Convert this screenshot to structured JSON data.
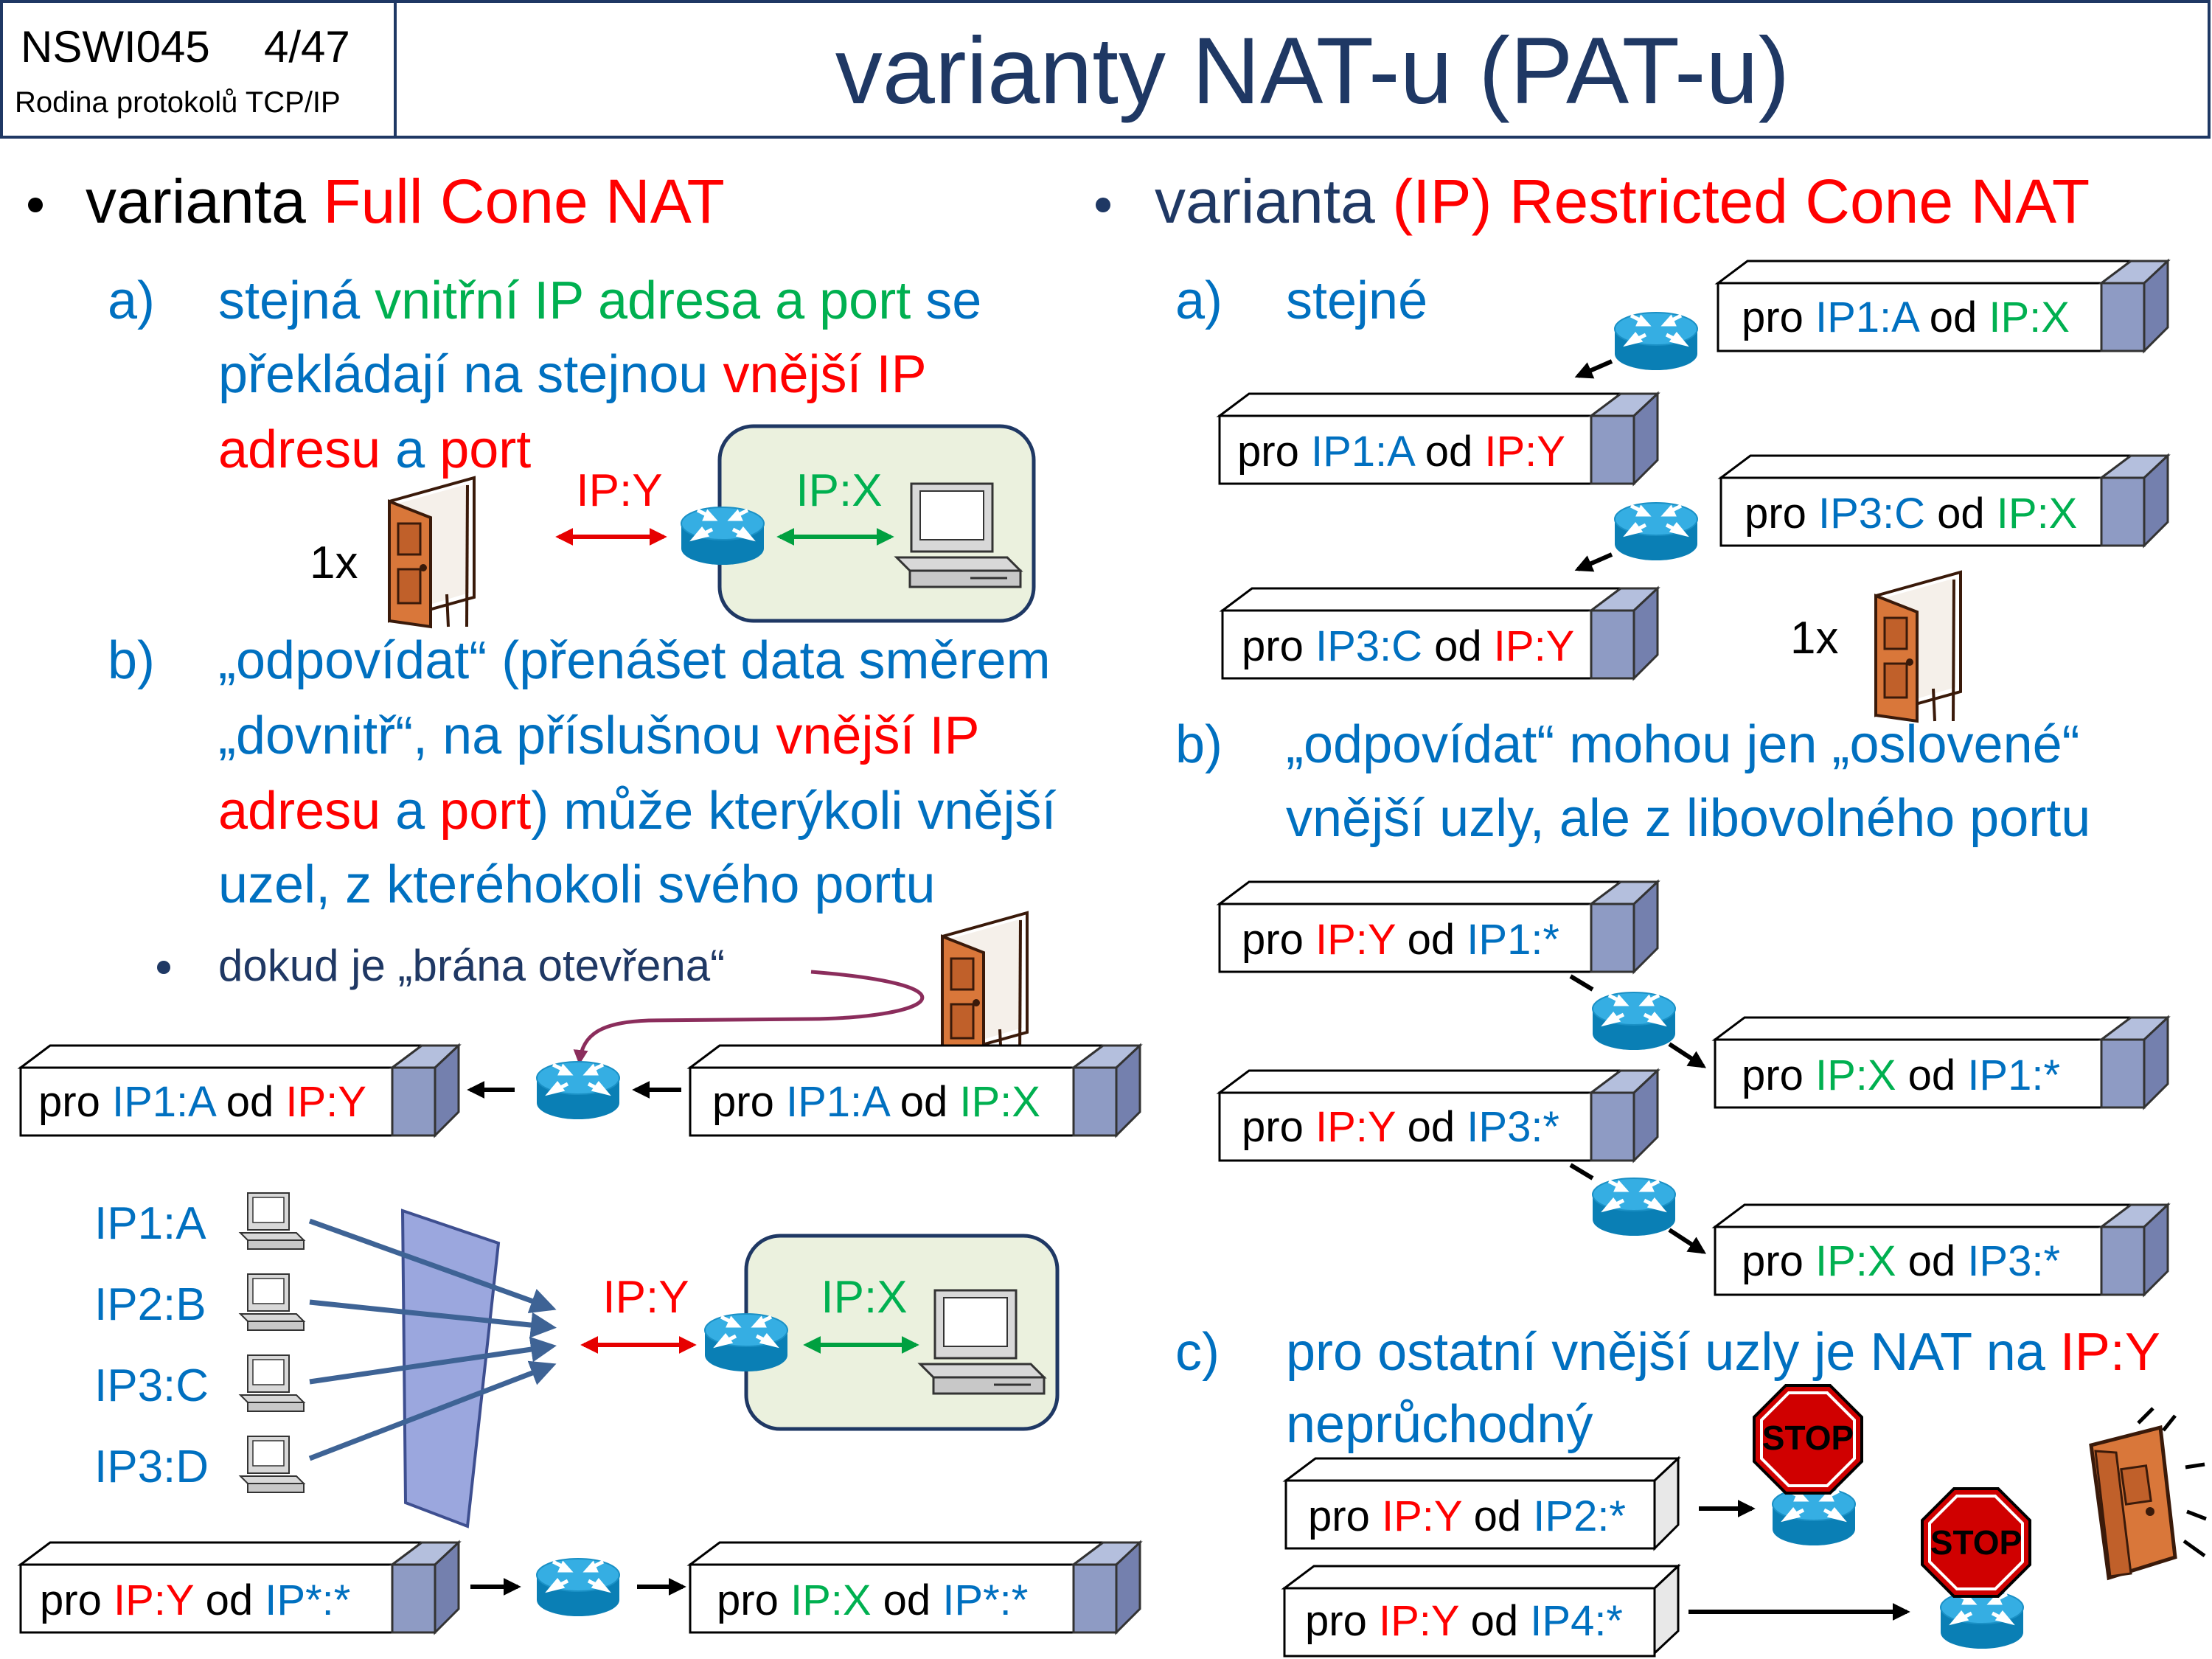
{
  "header": {
    "course": "NSWI045",
    "page": "4/47",
    "subtitle": "Rodina protokolů TCP/IP",
    "title": "varianty NAT-u (PAT-u)"
  },
  "colors": {
    "blue": "#0070C0",
    "red": "#FF0000",
    "green": "#00B050",
    "navy": "#1F3864",
    "black": "#000000"
  },
  "icons": [
    "router-icon",
    "door-icon",
    "computer-icon",
    "stop-sign-icon",
    "funnel-icon",
    "arrow-icon"
  ],
  "left": {
    "bullet_prefix": "varianta",
    "bullet_title": "Full Cone NAT",
    "a_label": "a)",
    "a_line1": {
      "p1": "stejná ",
      "p2": "vnitřní IP adresa a port",
      "p3": " se"
    },
    "a_line2": {
      "p1": "překládají na stejnou ",
      "p2": "vnější IP"
    },
    "a_line3": {
      "p1": "adresu",
      "p2": " a ",
      "p3": "port"
    },
    "ipy": "IP:Y",
    "ipx": "IP:X",
    "count": "1x",
    "b_label": "b)",
    "b_line1": "„odpovídat“ (přenášet data směrem",
    "b_line2": {
      "p1": "„dovnitř“, na příslušnou ",
      "p2": "vnější IP"
    },
    "b_line3": {
      "p1": "adresu",
      "p2": " a ",
      "p3": "port",
      "p4": ") může kterýkoli vnější"
    },
    "b_line4": "uzel, z kteréhokoli svého portu",
    "sub_bullet": "dokud je „brána otevřena“",
    "box1": {
      "pro": "pro ",
      "ip": "IP1:A",
      "od": " od ",
      "src": "IP:Y"
    },
    "box2": {
      "pro": "pro ",
      "ip": "IP1:A",
      "od": " od ",
      "src": "IP:X"
    },
    "hosts": [
      "IP1:A",
      "IP2:B",
      "IP3:C",
      "IP3:D"
    ],
    "ipy2": "IP:Y",
    "ipx2": "IP:X",
    "box3": {
      "pro": "pro ",
      "ip": "IP:Y",
      "od": " od ",
      "src": "IP*:*"
    },
    "box4": {
      "pro": "pro ",
      "ip": "IP:X",
      "od": " od ",
      "src": "IP*:*"
    }
  },
  "right": {
    "bullet_prefix": "varianta ",
    "bullet_title": "(IP) Restricted Cone NAT",
    "a_label": "a)",
    "a_text": "stejné",
    "r1": {
      "pro": "pro ",
      "ip": "IP1:A",
      "od": " od ",
      "src": "IP:X"
    },
    "r2": {
      "pro": "pro ",
      "ip": "IP1:A",
      "od": " od ",
      "src": "IP:Y"
    },
    "r3": {
      "pro": "pro ",
      "ip": "IP3:C",
      "od": " od ",
      "src": "IP:X"
    },
    "r4": {
      "pro": "pro ",
      "ip": "IP3:C",
      "od": " od ",
      "src": "IP:Y"
    },
    "count": "1x",
    "b_label": "b)",
    "b_line1": "„odpovídat“ mohou jen „oslovené“",
    "b_line2": "vnější uzly, ale z libovolného portu",
    "r5": {
      "pro": "pro ",
      "ip": "IP:Y",
      "od": " od ",
      "src": "IP1:*"
    },
    "r6": {
      "pro": "pro ",
      "ip": "IP:X",
      "od": " od ",
      "src": "IP1:*"
    },
    "r7": {
      "pro": "pro ",
      "ip": "IP:Y",
      "od": " od ",
      "src": "IP3:*"
    },
    "r8": {
      "pro": "pro ",
      "ip": "IP:X",
      "od": " od ",
      "src": "IP3:*"
    },
    "c_label": "c)",
    "c_line1": {
      "p1": "pro ostatní vnější uzly je NAT na ",
      "p2": "IP:Y"
    },
    "c_line2": "neprůchodný",
    "r9": {
      "pro": "pro ",
      "ip": "IP:Y",
      "od": " od ",
      "src": "IP2:*"
    },
    "r10": {
      "pro": "pro ",
      "ip": "IP:Y",
      "od": " od ",
      "src": "IP4:*"
    },
    "stop": "STOP"
  }
}
